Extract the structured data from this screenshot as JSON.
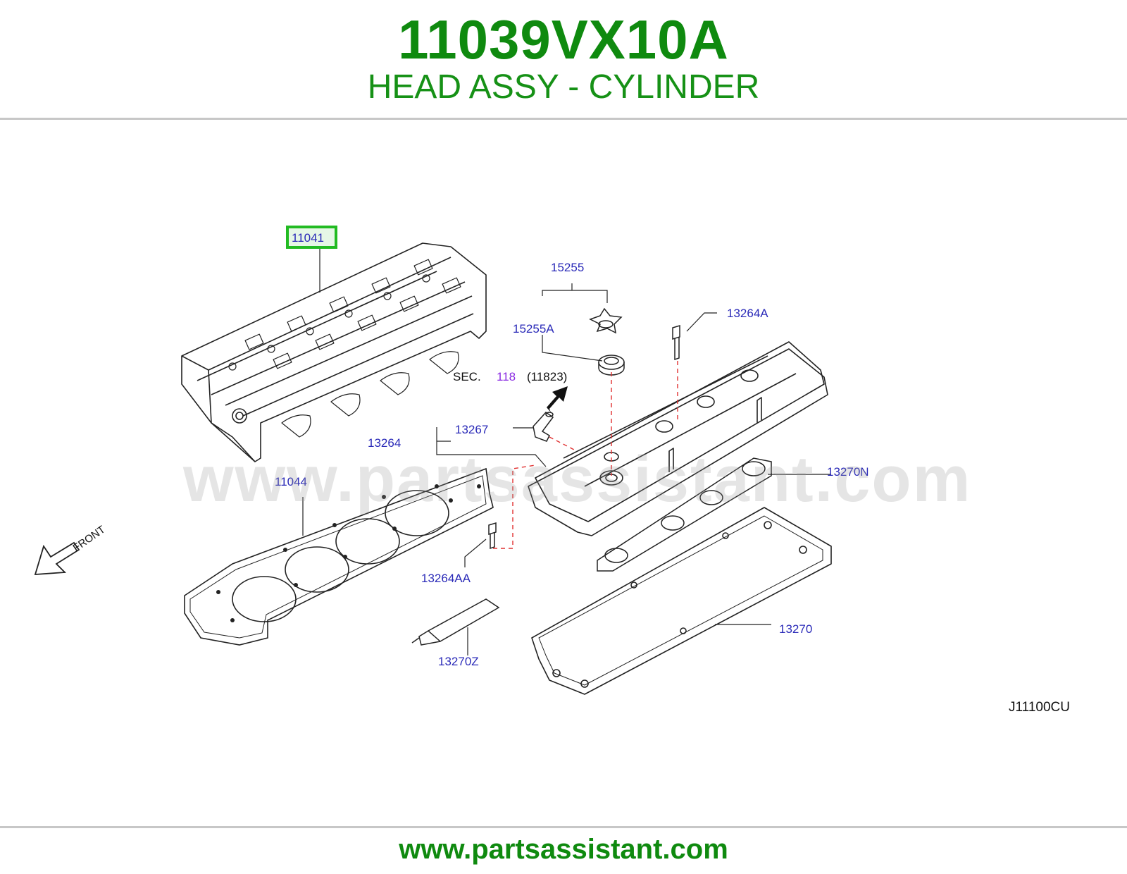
{
  "header": {
    "part_number": "11039VX10A",
    "part_name": "HEAD ASSY - CYLINDER"
  },
  "diagram": {
    "callouts": {
      "c11041": "11041",
      "c15255": "15255",
      "c15255A": "15255A",
      "c13264A": "13264A",
      "c13267": "13267",
      "c13264": "13264",
      "c11044": "11044",
      "c13270N": "13270N",
      "c13264AA": "13264AA",
      "c13270": "13270",
      "c13270Z": "13270Z"
    },
    "sec_label": "SEC.",
    "sec_number": "118",
    "sec_ref": "(11823)",
    "front_label": "FRONT",
    "drawing_code": "J11100CU",
    "watermark": "www.partsassistant.com"
  },
  "footer": {
    "url": "www.partsassistant.com"
  },
  "colors": {
    "brand_green": "#0f8a0f",
    "callout_blue": "#2a2ab8",
    "sec_purple": "#8a2be2",
    "highlight_green": "#22bb22",
    "dashed_red": "#e03030"
  }
}
